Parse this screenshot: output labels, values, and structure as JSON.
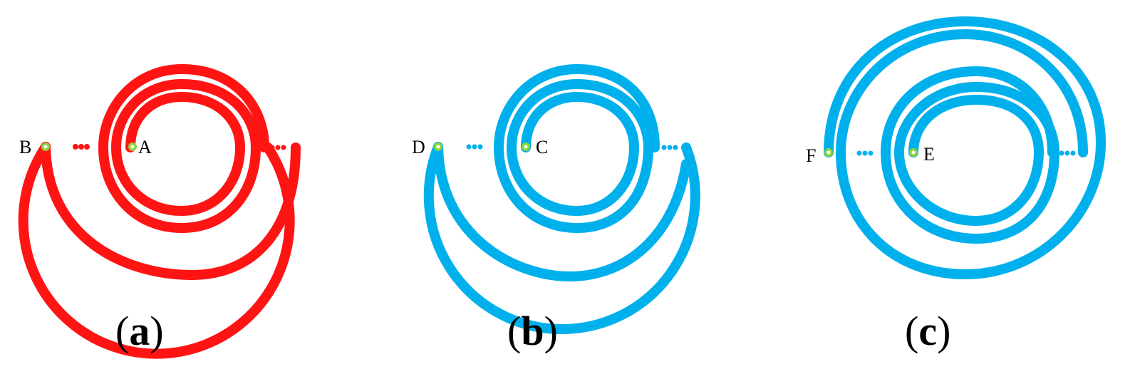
{
  "panels": [
    {
      "id": "a",
      "caption": "a",
      "color": "#ff1414",
      "outer_point_label": "B",
      "inner_point_label": "A"
    },
    {
      "id": "b",
      "caption": "b",
      "color": "#00b0ec",
      "outer_point_label": "D",
      "inner_point_label": "C"
    },
    {
      "id": "c",
      "caption": "c",
      "color": "#00b0ec",
      "outer_point_label": "F",
      "inner_point_label": "E"
    }
  ],
  "caption_open": "(",
  "caption_close": ")",
  "terminal_colors": {
    "ring": "#8dd43c",
    "center": "#ffffff"
  }
}
